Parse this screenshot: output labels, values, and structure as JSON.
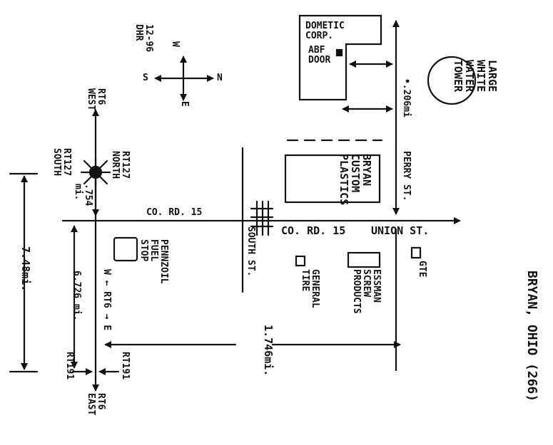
{
  "map": {
    "title": "BRYAN, OHIO (266)",
    "author_date": "12-96\nDHR",
    "compass": {
      "w": "W",
      "s": "S",
      "n": "N",
      "e": "E"
    },
    "roads": {
      "co_rd_15_left": "CO. RD. 15",
      "co_rd_15_right": "CO. RD. 15",
      "union_st": "UNION ST.",
      "perry_st": "PERRY ST.",
      "south_st": "SOUTH ST.",
      "rt6_west": "RT6\nWEST",
      "rt6_east": "RT6\nEAST",
      "rt127_north": "RT127\nNORTH",
      "rt127_south": "RT127\nSOUTH",
      "rt191_left": "RT191",
      "rt191_right": "RT191",
      "rt6_arrow": "W ← RT6 → E"
    },
    "places": {
      "dometic": "DOMETIC\nCORP.",
      "abf_door": "ABF\nDOOR",
      "water_tower": "LARGE\nWHITE\nWATER\nTOWER",
      "bryan_plastics": "BRYAN\nCUSTOM\nPLASTICS",
      "pennzoil": "PENNZOIL\nFUEL\nSTOP",
      "general_tire": "GENERAL\nTIRE",
      "essman": "ESSMAN\nSCREW\nPRODUCTS",
      "gte": "GTE"
    },
    "distances": {
      "d_206": "•.206mi",
      "d_754": ".754\nmi.",
      "d_748": "7.48mi.",
      "d_6726": "6.726 mi.",
      "d_1746": "1.746mi."
    }
  }
}
